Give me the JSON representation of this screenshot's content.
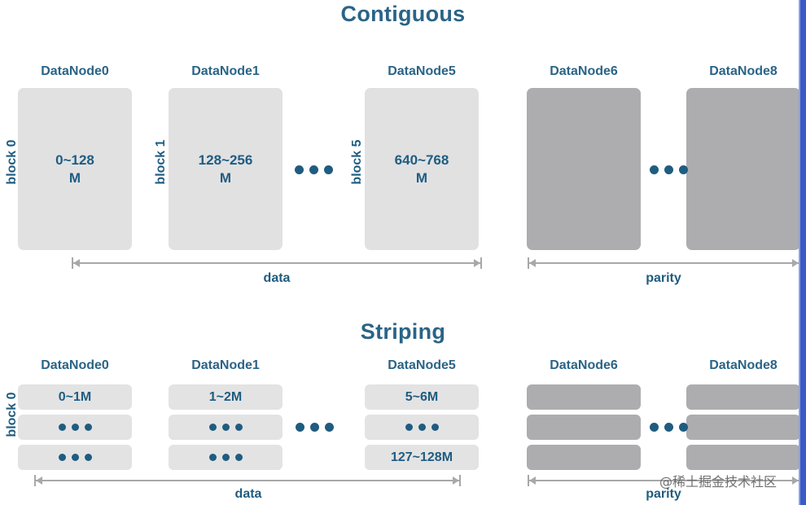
{
  "sections": [
    {
      "title": "Contiguous",
      "block_labels": [
        "block 0",
        "block 1",
        "block 5"
      ],
      "data_nodes": [
        "DataNode0",
        "DataNode1",
        "DataNode5"
      ],
      "parity_nodes": [
        "DataNode6",
        "DataNode8"
      ],
      "data_blocks": [
        "0~128\nM",
        "128~256\nM",
        "640~768\nM"
      ],
      "data_blocks_lines": [
        [
          "0~128",
          "M"
        ],
        [
          "128~256",
          "M"
        ],
        [
          "640~768",
          "M"
        ]
      ],
      "parity_blocks": [
        "",
        ""
      ],
      "measures": [
        {
          "label": "data"
        },
        {
          "label": "parity"
        }
      ],
      "ellipsis": "•••"
    },
    {
      "title": "Striping",
      "block_labels": [
        "block 0"
      ],
      "data_nodes": [
        "DataNode0",
        "DataNode1",
        "DataNode5"
      ],
      "parity_nodes": [
        "DataNode6",
        "DataNode8"
      ],
      "data_columns": [
        {
          "node": "DataNode0",
          "cells": [
            "0~1M",
            "•••",
            "•••"
          ]
        },
        {
          "node": "DataNode1",
          "cells": [
            "1~2M",
            "•••",
            "•••"
          ]
        },
        {
          "node": "DataNode5",
          "cells": [
            "5~6M",
            "•••",
            "127~128M"
          ]
        }
      ],
      "parity_columns": [
        {
          "node": "DataNode6",
          "cells": [
            "",
            "",
            ""
          ]
        },
        {
          "node": "DataNode8",
          "cells": [
            "",
            "",
            ""
          ]
        }
      ],
      "measures": [
        {
          "label": "data"
        },
        {
          "label": "parity"
        }
      ],
      "ellipsis": "•••"
    }
  ],
  "watermark": "@稀土掘金技术社区",
  "colors": {
    "heading": "#2a6487",
    "text": "#1f5c80",
    "data_block": "#e1e1e2",
    "parity_block": "#adadb0",
    "arrow": "#a8a8a8",
    "edge_strip": "#3a5bc7",
    "background": "#ffffff"
  }
}
